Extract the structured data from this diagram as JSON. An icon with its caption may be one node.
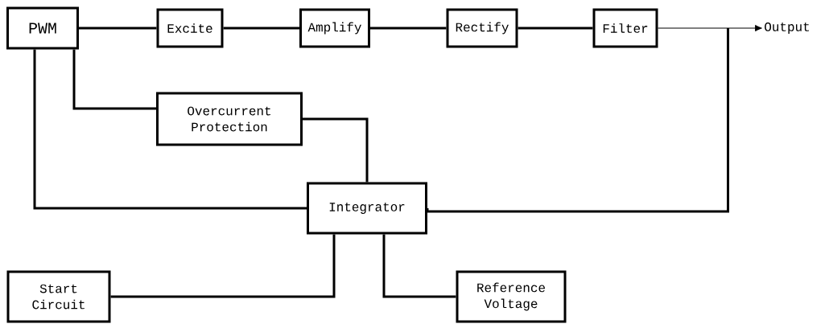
{
  "diagram": {
    "nodes": [
      {
        "text": [
          "PWM"
        ]
      },
      {
        "text": [
          "Excite"
        ]
      },
      {
        "text": [
          "Amplify"
        ]
      },
      {
        "text": [
          "Rectify"
        ]
      },
      {
        "text": [
          "Filter"
        ]
      },
      {
        "text": [
          "Output"
        ]
      },
      {
        "text": [
          "Overcurrent Protection"
        ]
      },
      {
        "text": [
          "Integrator"
        ]
      },
      {
        "text": [
          "Start Circuit"
        ]
      },
      {
        "text": [
          "Reference Voltage"
        ]
      }
    ],
    "edges": [
      {
        "from": 0,
        "to": 1,
        "arrow": "none"
      },
      {
        "from": 1,
        "to": 2,
        "arrow": "none"
      },
      {
        "from": 2,
        "to": 3,
        "arrow": "none"
      },
      {
        "from": 3,
        "to": 4,
        "arrow": "none"
      },
      {
        "from": 4,
        "to": 5,
        "arrow": "to"
      },
      {
        "from": 0,
        "to": 6,
        "arrow": "none"
      },
      {
        "from": 0,
        "to": 7,
        "arrow": "none"
      },
      {
        "from": 6,
        "to": 7,
        "arrow": "none"
      },
      {
        "from": null,
        "to": 7,
        "arrow": "none"
      },
      {
        "from": 7,
        "to": 8,
        "arrow": "none"
      },
      {
        "from": 7,
        "to": 9,
        "arrow": "none"
      }
    ]
  }
}
